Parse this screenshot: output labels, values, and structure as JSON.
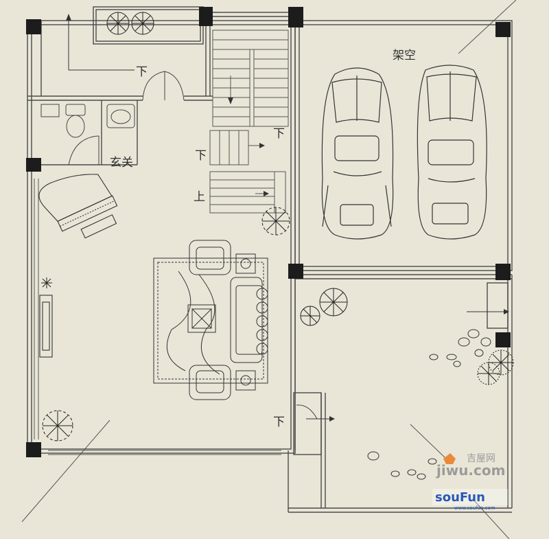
{
  "colors": {
    "paper": "#e9e6d8",
    "line": "#4a4a4a",
    "pillar": "#1c1c1c",
    "watermark_orange": "#e98a3a",
    "watermark_gray": "#9a9a9a",
    "watermark_blue": "#2a58b8"
  },
  "labels": {
    "carport": "架空",
    "entrance": "玄关",
    "down": "下",
    "up": "上"
  },
  "watermark": {
    "site_name": "吉屋网",
    "domain": "jiwu.com",
    "brand": "souFun",
    "brand_url": "www.soufun.com"
  }
}
